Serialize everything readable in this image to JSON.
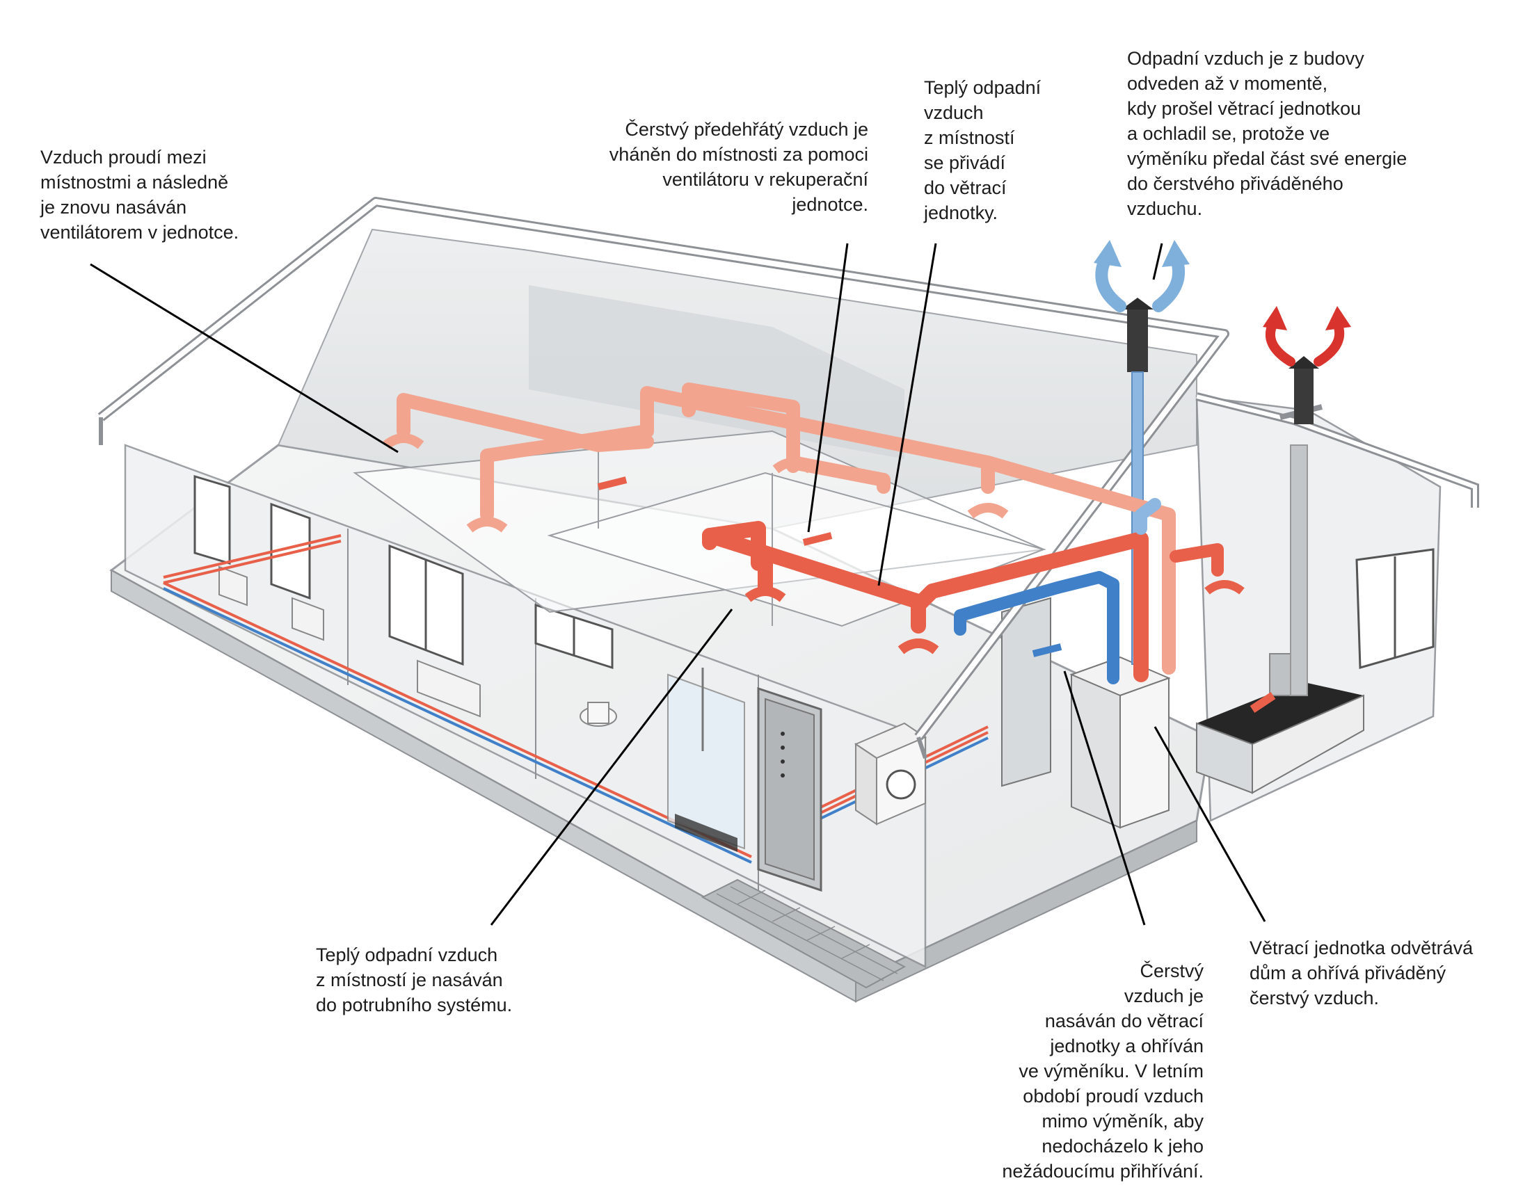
{
  "callouts": {
    "room_flow": "Vzduch proudí mezi\nmístnostmi a následně\nje znovu nasáván\nventilátorem v jednotce.",
    "fresh_preheated": "Čerstvý předehřátý vzduch je\nvháněn do místnosti za pomoci\nventilátoru v rekuperační\njednotce.",
    "warm_to_unit": "Teplý odpadní\nvzduch\nz místností\nse přivádí\ndo větrací\njednotky.",
    "exhaust_out": "Odpadní vzduch je z budovy\nodveden až v momentě,\nkdy prošel větrací jednotkou\na ochladil se, protože ve\nvýměníku předal část své energie\ndo čerstvého přiváděného\nvzduchu.",
    "warm_extract": "Teplý odpadní vzduch\nz místností je nasáván\ndo potrubního systému.",
    "fresh_intake": "Čerstvý\nvzduch je\nnasáván do větrací\njednotky a ohříván\nve  výměníku. V letním\nobdobí proudí vzduch\nmimo výměník, aby\nnedocházelo k jeho\nnežádoucímu přihřívání.",
    "unit_role": "Větrací jednotka odvětrává\ndům a ohřívá přiváděný\nčerstvý vzduch."
  },
  "colors": {
    "warm_duct": "#e8604a",
    "warm_duct_light": "#f2a48e",
    "cold_duct": "#3f80c8",
    "cold_duct_light": "#8db7e0",
    "exhaust_arrow": "#7fb0dc",
    "outdoor_arrow": "#d8332c",
    "wall": "#e9ebec",
    "floor": "#f6f7f7",
    "outline": "#6d7175",
    "leader": "#000000"
  }
}
